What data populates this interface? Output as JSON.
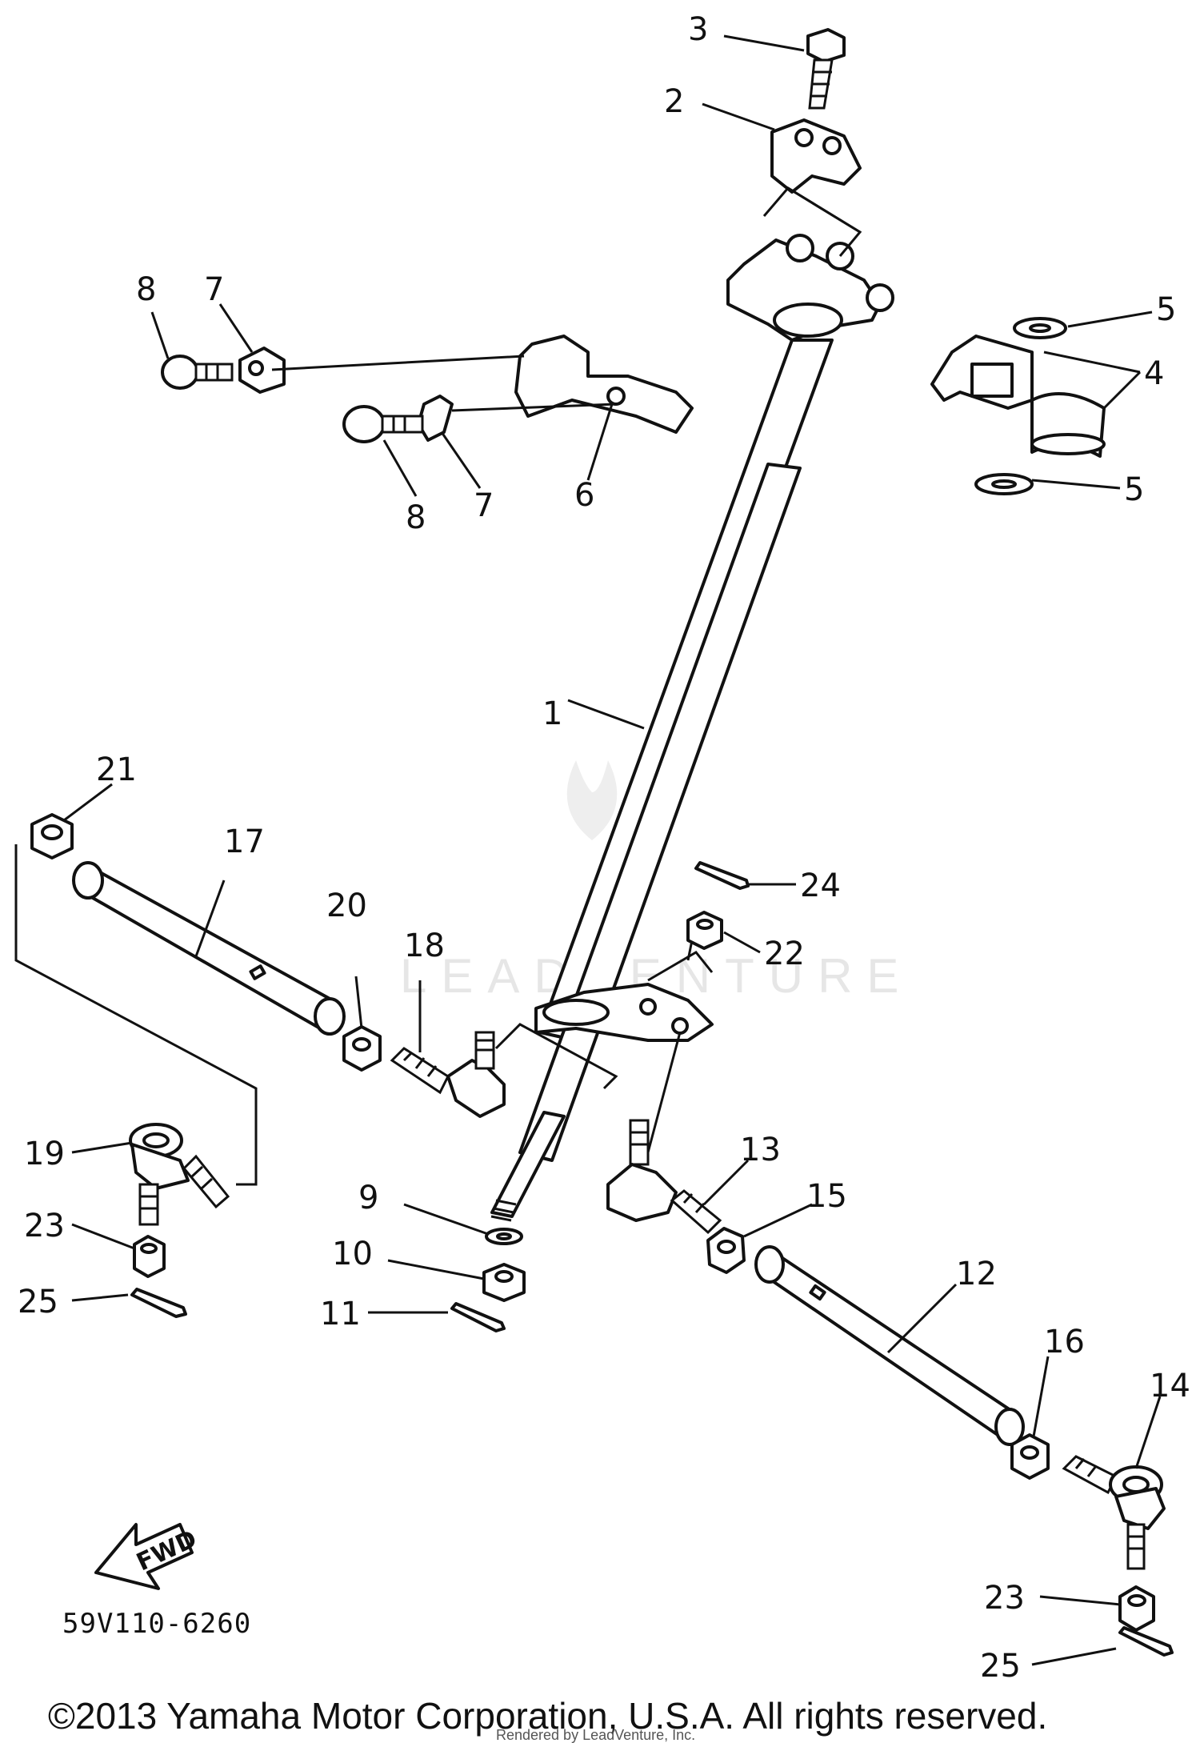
{
  "diagram": {
    "callouts": [
      "1",
      "2",
      "3",
      "4",
      "5",
      "5",
      "6",
      "7",
      "7",
      "8",
      "8",
      "9",
      "10",
      "11",
      "12",
      "13",
      "14",
      "15",
      "16",
      "17",
      "18",
      "19",
      "20",
      "21",
      "22",
      "23",
      "23",
      "24",
      "25",
      "25"
    ],
    "part_code": "59V110-6260",
    "fwd_label": "FWD",
    "watermark": "LEADVENTURE",
    "copyright": "©2013 Yamaha Motor Corporation, U.S.A. All rights reserved.",
    "rendered_by": "Rendered by LeadVenture, Inc."
  }
}
